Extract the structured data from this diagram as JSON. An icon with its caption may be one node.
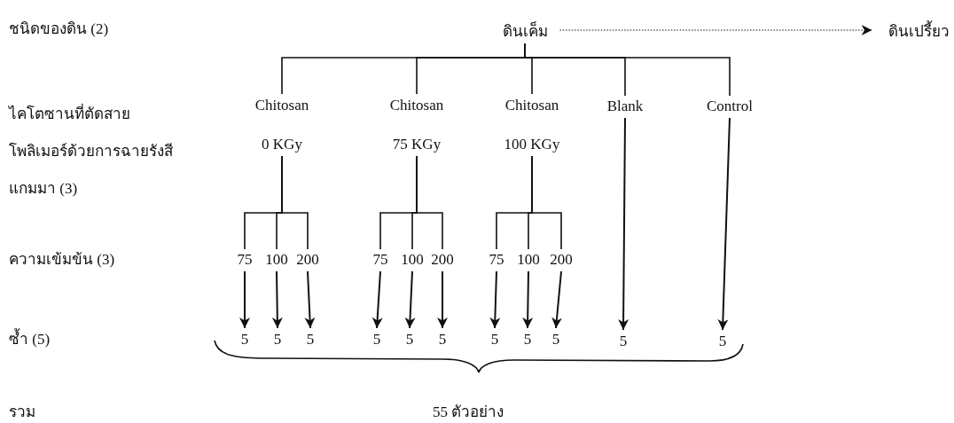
{
  "diagram": {
    "nodes": [
      {
        "text": [
          "ดินเค็ม"
        ]
      },
      {
        "text": [
          "ดินเปรี้ยว"
        ]
      },
      {
        "text": [
          "Chitosan",
          "0 KGy"
        ]
      },
      {
        "text": [
          "Chitosan",
          "75 KGy"
        ]
      },
      {
        "text": [
          "Chitosan",
          "100 KGy"
        ]
      },
      {
        "text": [
          "Blank"
        ]
      },
      {
        "text": [
          "Control"
        ]
      },
      {
        "text": [
          "75"
        ]
      },
      {
        "text": [
          "100"
        ]
      },
      {
        "text": [
          "200"
        ]
      },
      {
        "text": [
          "75"
        ]
      },
      {
        "text": [
          "100"
        ]
      },
      {
        "text": [
          "200"
        ]
      },
      {
        "text": [
          "75"
        ]
      },
      {
        "text": [
          "100"
        ]
      },
      {
        "text": [
          "200"
        ]
      },
      {
        "text": [
          "5"
        ]
      },
      {
        "text": [
          "5"
        ]
      },
      {
        "text": [
          "5"
        ]
      },
      {
        "text": [
          "5"
        ]
      },
      {
        "text": [
          "5"
        ]
      },
      {
        "text": [
          "5"
        ]
      },
      {
        "text": [
          "5"
        ]
      },
      {
        "text": [
          "5"
        ]
      },
      {
        "text": [
          "5"
        ]
      },
      {
        "text": [
          "5"
        ]
      },
      {
        "text": [
          "5"
        ]
      }
    ],
    "edges": [
      {
        "from": 0,
        "to": 1,
        "arrow": "to",
        "style": "dashed"
      },
      {
        "from": 0,
        "to": 2,
        "arrow": "none"
      },
      {
        "from": 0,
        "to": 3,
        "arrow": "none"
      },
      {
        "from": 0,
        "to": 4,
        "arrow": "none"
      },
      {
        "from": 0,
        "to": 5,
        "arrow": "none"
      },
      {
        "from": 0,
        "to": 6,
        "arrow": "none"
      },
      {
        "from": 2,
        "to": 7,
        "arrow": "none"
      },
      {
        "from": 2,
        "to": 8,
        "arrow": "none"
      },
      {
        "from": 2,
        "to": 9,
        "arrow": "none"
      },
      {
        "from": 3,
        "to": 10,
        "arrow": "none"
      },
      {
        "from": 3,
        "to": 11,
        "arrow": "none"
      },
      {
        "from": 3,
        "to": 12,
        "arrow": "none"
      },
      {
        "from": 4,
        "to": 13,
        "arrow": "none"
      },
      {
        "from": 4,
        "to": 14,
        "arrow": "none"
      },
      {
        "from": 4,
        "to": 15,
        "arrow": "none"
      },
      {
        "from": 7,
        "to": 16,
        "arrow": "to"
      },
      {
        "from": 8,
        "to": 17,
        "arrow": "to"
      },
      {
        "from": 9,
        "to": 18,
        "arrow": "to"
      },
      {
        "from": 10,
        "to": 19,
        "arrow": "to"
      },
      {
        "from": 11,
        "to": 20,
        "arrow": "to"
      },
      {
        "from": 12,
        "to": 21,
        "arrow": "to"
      },
      {
        "from": 13,
        "to": 22,
        "arrow": "to"
      },
      {
        "from": 14,
        "to": 23,
        "arrow": "to"
      },
      {
        "from": 15,
        "to": 24,
        "arrow": "to"
      },
      {
        "from": 5,
        "to": 25,
        "arrow": "to"
      },
      {
        "from": 6,
        "to": 26,
        "arrow": "to"
      }
    ],
    "labels": [
      "ชนิดของดิน (2)",
      "ไคโตซานที่ตัดสายโพลิเมอร์ด้วยการฉายรังสีแกมมา (3)",
      "ความเข้มข้น (3)",
      "ซ้ำ (5)",
      "รวม",
      "55 ตัวอย่าง"
    ]
  }
}
